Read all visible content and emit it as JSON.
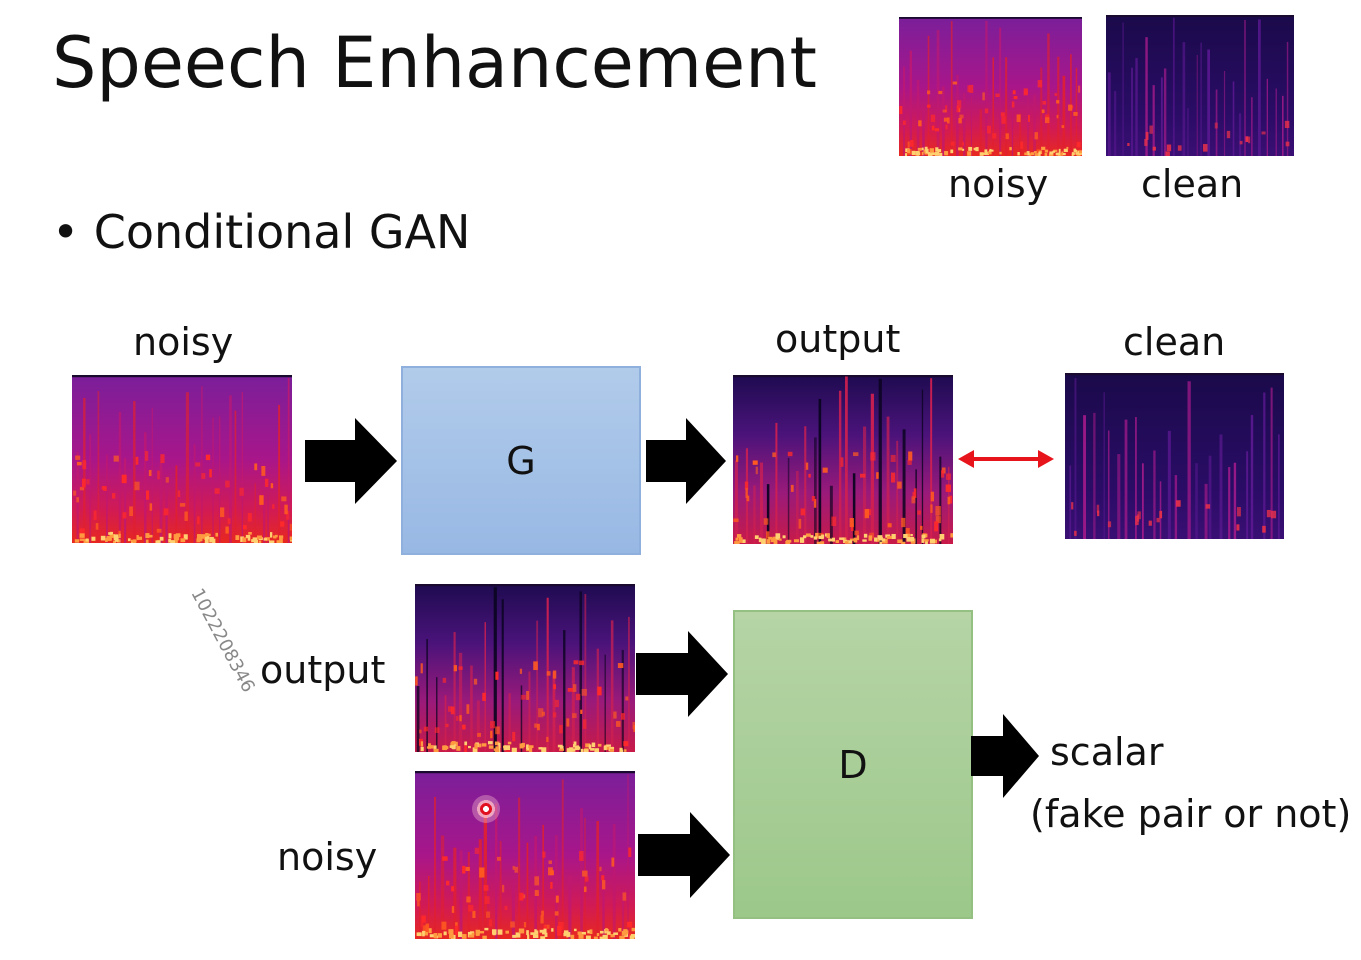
{
  "slide": {
    "title": "Speech Enhancement",
    "bullet": "Conditional GAN",
    "bullet_marker": "•"
  },
  "top_examples": {
    "noisy_label": "noisy",
    "clean_label": "clean"
  },
  "generator_row": {
    "input_label": "noisy",
    "generator_label": "G",
    "output_label": "output",
    "target_label": "clean"
  },
  "discriminator_row": {
    "output_label": "output",
    "noisy_label": "noisy",
    "discriminator_label": "D",
    "result_label": "scalar",
    "result_note": "(fake pair or not)"
  },
  "watermark": "1022208346",
  "colors": {
    "generator_fill": "#a5c2e7",
    "discriminator_fill": "#a8cf95",
    "compare_arrow": "#e8141c",
    "flow_arrow": "#000000",
    "noisy_spectrogram_base": "#b0157a",
    "clean_spectrogram_base": "#1a0a4a"
  },
  "icons": {
    "flow_arrow": "right-arrow-icon",
    "compare_arrow": "double-arrow-icon",
    "cursor": "cursor-highlight-icon"
  }
}
